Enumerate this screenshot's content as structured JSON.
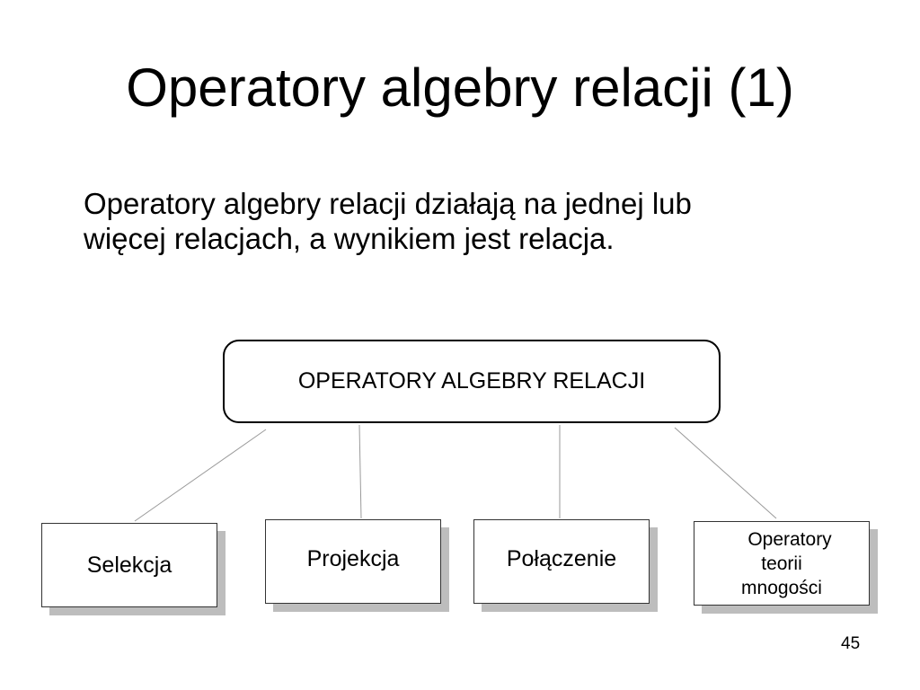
{
  "slide": {
    "title": "Operatory algebry relacji (1)",
    "body_line1": "Operatory algebry relacji działają na jednej lub",
    "body_line2": "więcej relacjach, a wynikiem jest relacja.",
    "page_number": "45"
  },
  "diagram": {
    "root": "OPERATORY ALGEBRY RELACJI",
    "children": [
      {
        "label": "Selekcja"
      },
      {
        "label": "Projekcja"
      },
      {
        "label": "Połączenie"
      },
      {
        "label_lines": [
          "Operatory",
          "teorii",
          "mnogości"
        ]
      }
    ]
  }
}
